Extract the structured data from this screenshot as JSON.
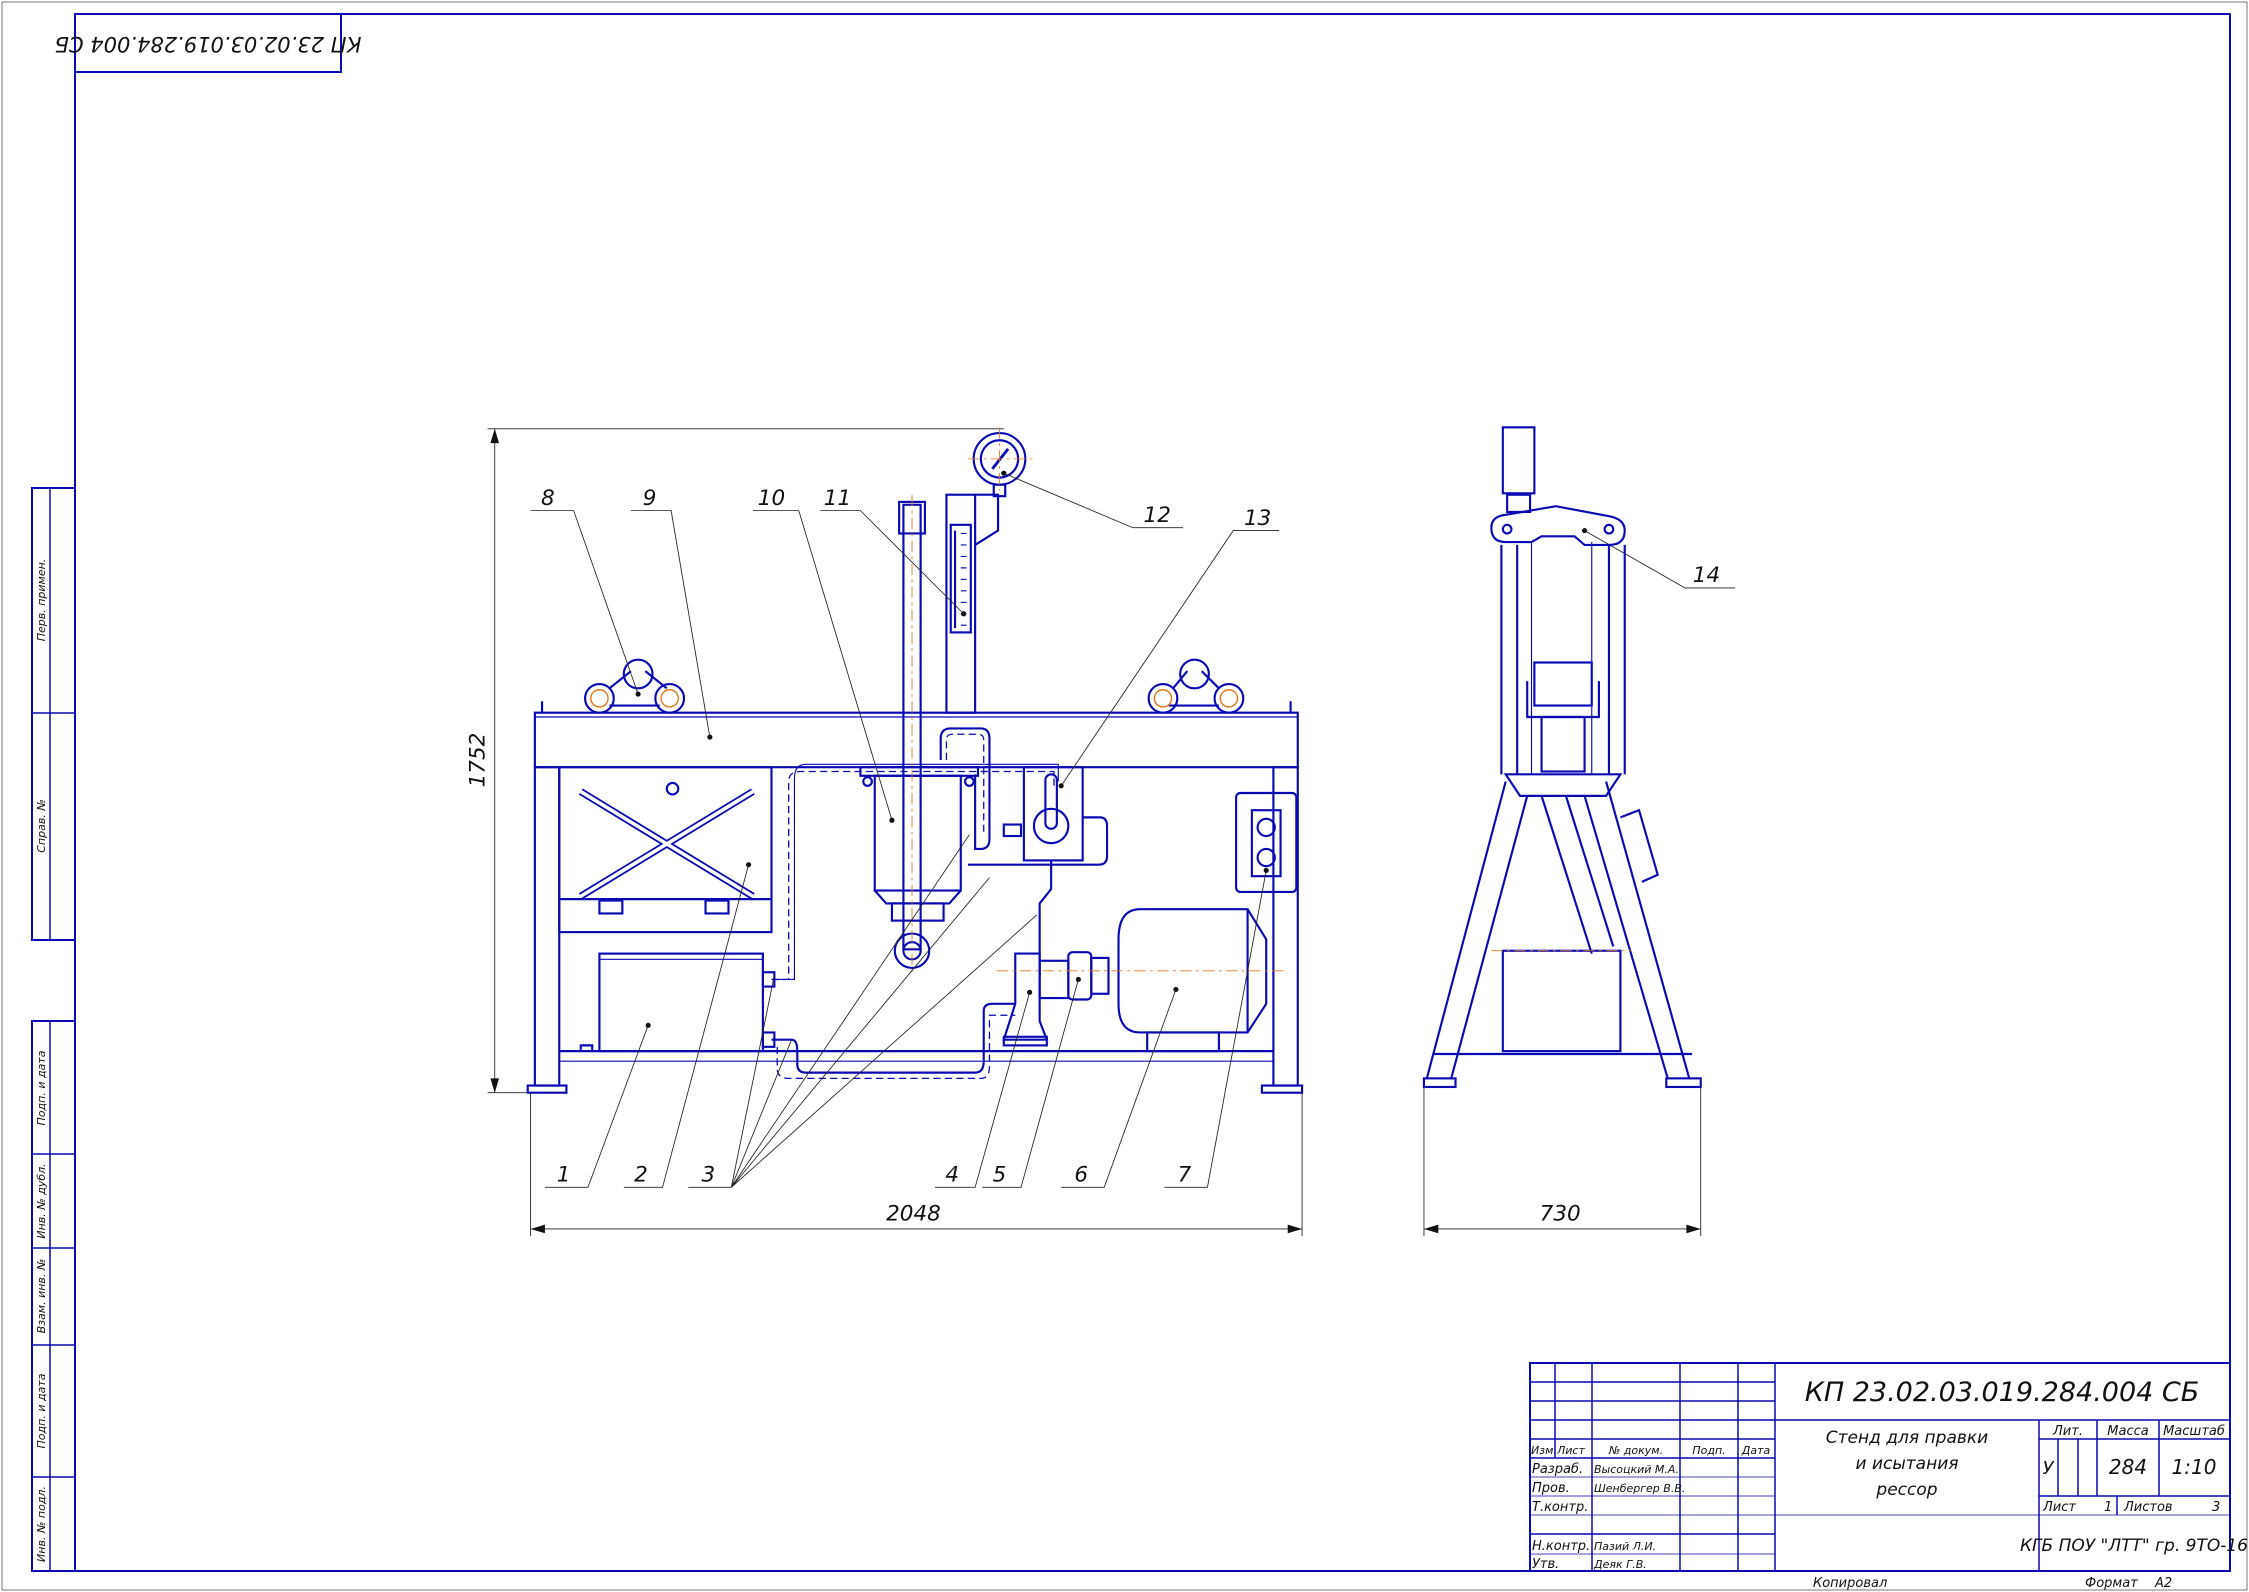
{
  "top_stamp": "КП 23.02.03.019.284.004 СБ",
  "left_stamps": [
    "Перв. примен.",
    "Справ. №",
    "Подп. и дата",
    "Инв. № дубл.",
    "Взам. инв. №",
    "Подп. и дата",
    "Инв. № подл."
  ],
  "dimensions": {
    "height": "1752",
    "length": "2048",
    "width": "730"
  },
  "callouts": [
    "1",
    "2",
    "3",
    "4",
    "5",
    "6",
    "7",
    "8",
    "9",
    "10",
    "11",
    "12",
    "13",
    "14"
  ],
  "title_block": {
    "designation": "КП 23.02.03.019.284.004 СБ",
    "name_lines": [
      "Стенд для правки",
      "и исытания",
      "рессор"
    ],
    "headers": {
      "izm": "Изм.",
      "list": "Лист",
      "doc": "№ докум.",
      "sign": "Подп.",
      "date": "Дата"
    },
    "roles": [
      {
        "role": "Разраб.",
        "name": "Высоцкий М.А."
      },
      {
        "role": "Пров.",
        "name": "Шенбергер В.В."
      },
      {
        "role": "Т.контр.",
        "name": ""
      },
      {
        "role": "",
        "name": ""
      },
      {
        "role": "Н.контр.",
        "name": "Пазий Л.И."
      },
      {
        "role": "Утв.",
        "name": "Деяк Г.В."
      }
    ],
    "lit_label": "Лит.",
    "mass_label": "Масса",
    "scale_label": "Масштаб",
    "lit_value": "У",
    "mass_value": "284",
    "scale_value": "1:10",
    "sheet_label": "Лист",
    "sheet_value": "1",
    "sheets_label": "Листов",
    "sheets_value": "3",
    "organization": "КГБ ПОУ \"ЛТТ\" гр. 9ТО-16",
    "copied": "Копировал",
    "format_label": "Формат",
    "format_value": "А2"
  },
  "colors": {
    "line": "#0a0ab4",
    "center": "#e07a20"
  }
}
